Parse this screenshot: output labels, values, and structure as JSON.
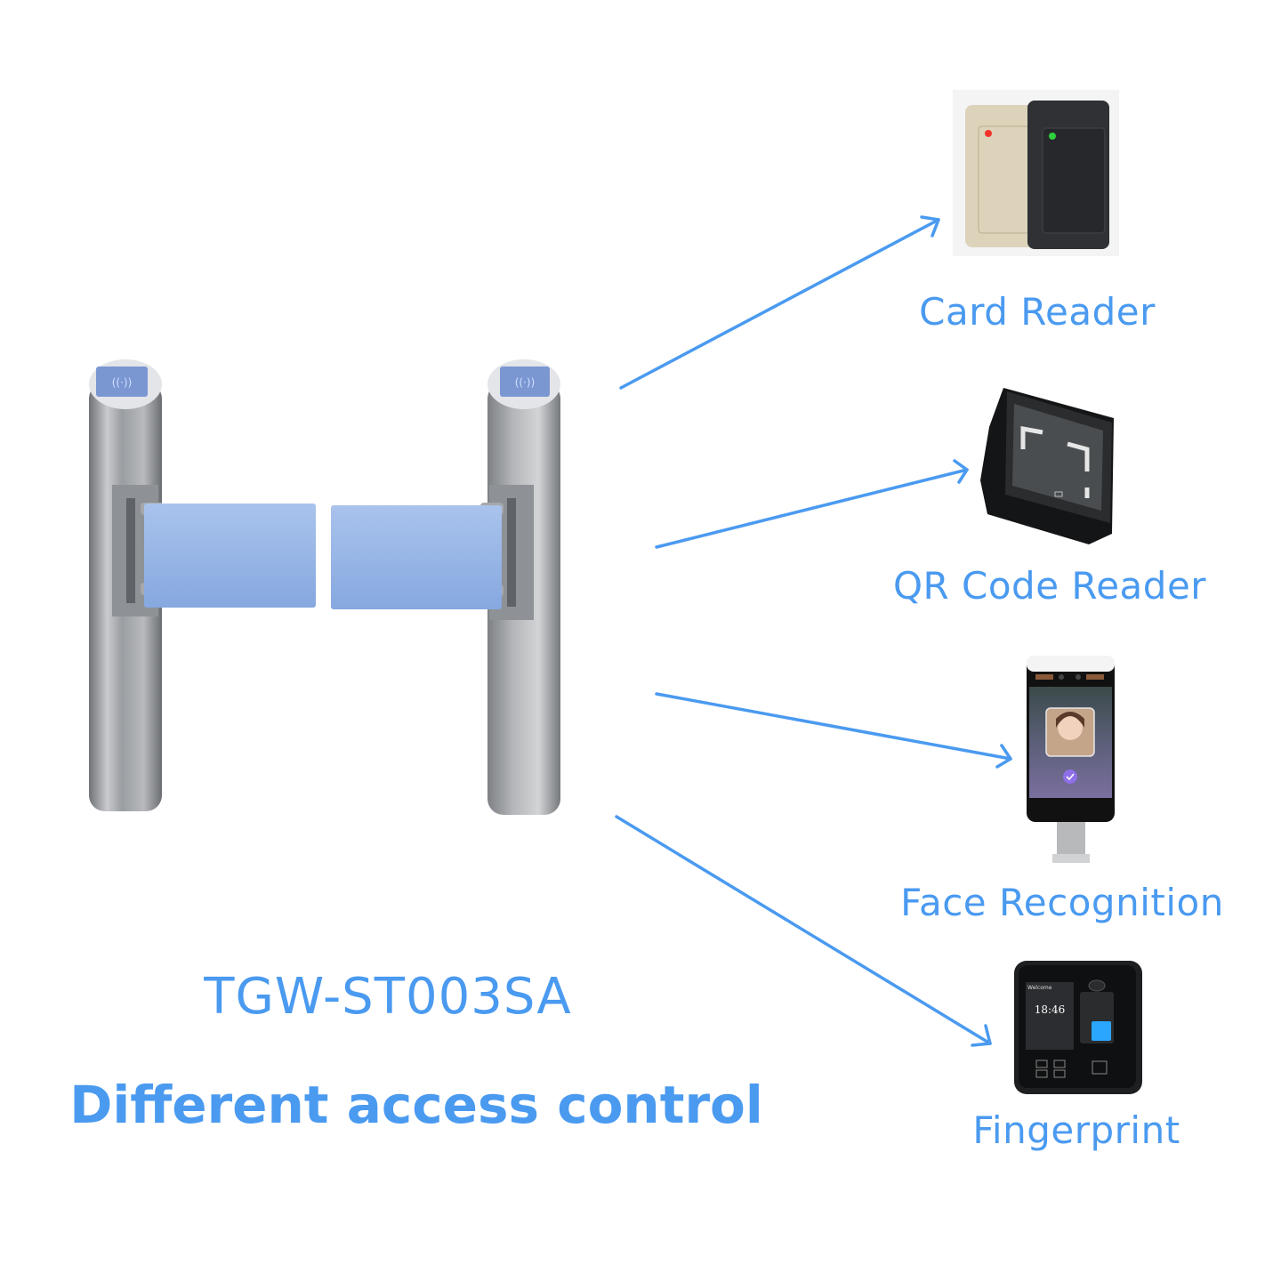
{
  "product": {
    "model": "TGW-ST003SA",
    "tagline": "Different access control",
    "description": "swing-barrier-turnstile"
  },
  "accent_color": "#4a9af0",
  "methods": [
    {
      "label": "Card Reader",
      "icon": "card-reader-icon"
    },
    {
      "label": "QR Code Reader",
      "icon": "qr-code-reader-icon"
    },
    {
      "label": "Face Recognition",
      "icon": "face-recognition-terminal-icon"
    },
    {
      "label": "Fingerprint",
      "icon": "fingerprint-terminal-icon"
    }
  ],
  "fingerprint_device": {
    "screen_welcome": "Welcome",
    "screen_time": "18:46"
  }
}
